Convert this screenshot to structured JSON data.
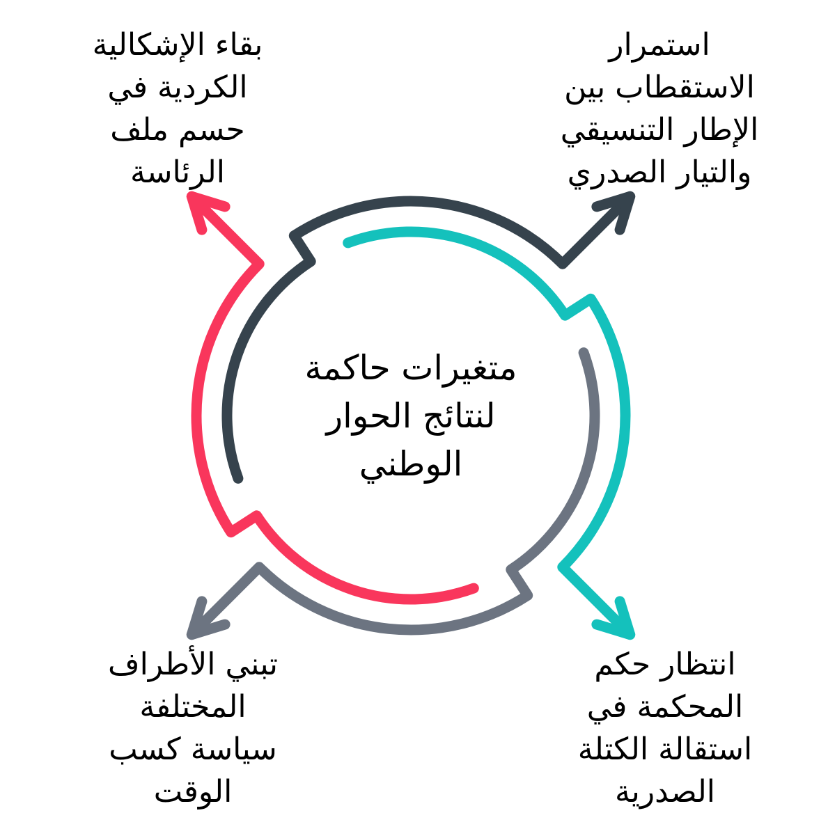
{
  "center": {
    "lines": [
      "متغيرات حاكمة",
      "لنتائج الحوار",
      "الوطني"
    ]
  },
  "segments": {
    "top_right": {
      "color": "#36434D",
      "lines": [
        "استمرار",
        "الاستقطاب بين",
        "الإطار التنسيقي",
        "والتيار الصدري"
      ]
    },
    "bottom_right": {
      "color": "#14C1BC",
      "lines": [
        "انتظار حكم",
        "المحكمة في",
        "استقالة الكتلة",
        "الصدرية"
      ]
    },
    "bottom_left": {
      "color": "#6C7481",
      "lines": [
        "تبني الأطراف",
        "المختلفة",
        "سياسة كسب",
        "الوقت"
      ]
    },
    "top_left": {
      "color": "#F9365C",
      "lines": [
        "بقاء الإشكالية",
        "الكردية في",
        "حسم ملف",
        "الرئاسة"
      ]
    }
  }
}
